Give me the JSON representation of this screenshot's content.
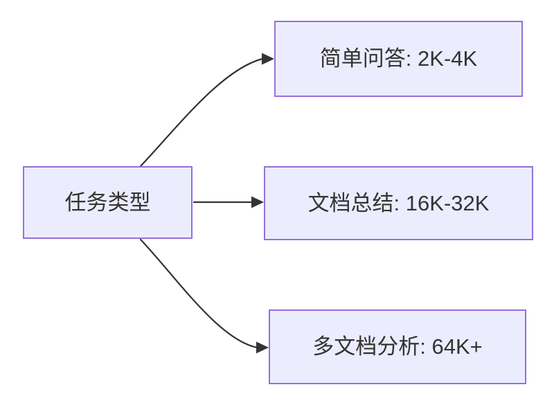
{
  "diagram": {
    "type": "flowchart-left-to-right",
    "root": {
      "label": "任务类型"
    },
    "branches": [
      {
        "label": "简单问答: 2K-4K"
      },
      {
        "label": "文档总结: 16K-32K"
      },
      {
        "label": "多文档分析: 64K+"
      }
    ],
    "colors": {
      "background": "#ffffff",
      "node_fill": "#ECECFF",
      "node_border": "#9370DB",
      "label_text": "#333333",
      "edge": "#333333"
    }
  }
}
